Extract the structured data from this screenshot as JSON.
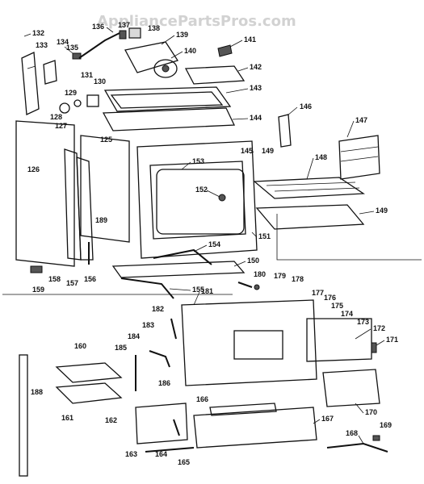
{
  "watermark": "AppliancePartsPros.com",
  "callouts": [
    {
      "id": "132",
      "label": "132"
    },
    {
      "id": "133",
      "label": "133"
    },
    {
      "id": "134",
      "label": "134"
    },
    {
      "id": "135",
      "label": "135"
    },
    {
      "id": "136",
      "label": "136"
    },
    {
      "id": "137",
      "label": "137"
    },
    {
      "id": "138",
      "label": "138"
    },
    {
      "id": "139",
      "label": "139"
    },
    {
      "id": "140",
      "label": "140"
    },
    {
      "id": "141",
      "label": "141"
    },
    {
      "id": "142",
      "label": "142"
    },
    {
      "id": "143",
      "label": "143"
    },
    {
      "id": "144",
      "label": "144"
    },
    {
      "id": "145",
      "label": "145"
    },
    {
      "id": "146",
      "label": "146"
    },
    {
      "id": "147",
      "label": "147"
    },
    {
      "id": "148",
      "label": "148"
    },
    {
      "id": "149a",
      "label": "149"
    },
    {
      "id": "149b",
      "label": "149"
    },
    {
      "id": "131",
      "label": "131"
    },
    {
      "id": "130",
      "label": "130"
    },
    {
      "id": "129",
      "label": "129"
    },
    {
      "id": "128",
      "label": "128"
    },
    {
      "id": "127",
      "label": "127"
    },
    {
      "id": "126",
      "label": "126"
    },
    {
      "id": "125",
      "label": "125"
    },
    {
      "id": "153",
      "label": "153"
    },
    {
      "id": "152",
      "label": "152"
    },
    {
      "id": "151",
      "label": "151"
    },
    {
      "id": "150",
      "label": "150"
    },
    {
      "id": "189",
      "label": "189"
    },
    {
      "id": "154",
      "label": "154"
    },
    {
      "id": "155",
      "label": "155"
    },
    {
      "id": "156",
      "label": "156"
    },
    {
      "id": "157",
      "label": "157"
    },
    {
      "id": "158",
      "label": "158"
    },
    {
      "id": "159",
      "label": "159"
    },
    {
      "id": "180",
      "label": "180"
    },
    {
      "id": "179",
      "label": "179"
    },
    {
      "id": "178",
      "label": "178"
    },
    {
      "id": "181",
      "label": "181"
    },
    {
      "id": "177",
      "label": "177"
    },
    {
      "id": "176",
      "label": "176"
    },
    {
      "id": "175",
      "label": "175"
    },
    {
      "id": "174",
      "label": "174"
    },
    {
      "id": "173",
      "label": "173"
    },
    {
      "id": "172",
      "label": "172"
    },
    {
      "id": "171",
      "label": "171"
    },
    {
      "id": "182",
      "label": "182"
    },
    {
      "id": "183",
      "label": "183"
    },
    {
      "id": "184",
      "label": "184"
    },
    {
      "id": "185",
      "label": "185"
    },
    {
      "id": "186",
      "label": "186"
    },
    {
      "id": "160",
      "label": "160"
    },
    {
      "id": "161",
      "label": "161"
    },
    {
      "id": "188",
      "label": "188"
    },
    {
      "id": "170",
      "label": "170"
    },
    {
      "id": "162",
      "label": "162"
    },
    {
      "id": "163",
      "label": "163"
    },
    {
      "id": "164",
      "label": "164"
    },
    {
      "id": "165",
      "label": "165"
    },
    {
      "id": "166",
      "label": "166"
    },
    {
      "id": "167",
      "label": "167"
    },
    {
      "id": "168",
      "label": "168"
    },
    {
      "id": "169",
      "label": "169"
    }
  ]
}
